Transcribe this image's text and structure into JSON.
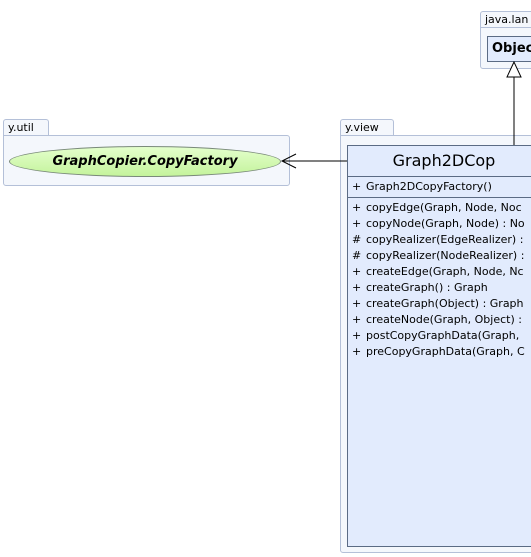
{
  "packages": {
    "java_lang": {
      "name": "java.lan",
      "class_name": "Objec"
    },
    "y_util": {
      "name": "y.util",
      "interface_name": "GraphCopier.CopyFactory"
    },
    "y_view": {
      "name": "y.view"
    }
  },
  "main_class": {
    "title": "Graph2DCop",
    "constructors": [
      {
        "vis": "+",
        "text": "Graph2DCopyFactory()"
      }
    ],
    "methods": [
      {
        "vis": "+",
        "text": "copyEdge(Graph, Node, Noc"
      },
      {
        "vis": "+",
        "text": "copyNode(Graph, Node) : No"
      },
      {
        "vis": "#",
        "text": "copyRealizer(EdgeRealizer) :"
      },
      {
        "vis": "#",
        "text": "copyRealizer(NodeRealizer) :"
      },
      {
        "vis": "+",
        "text": "createEdge(Graph, Node, Nc"
      },
      {
        "vis": "+",
        "text": "createGraph() : Graph"
      },
      {
        "vis": "+",
        "text": "createGraph(Object) : Graph"
      },
      {
        "vis": "+",
        "text": "createNode(Graph, Object) :"
      },
      {
        "vis": "+",
        "text": "postCopyGraphData(Graph,"
      },
      {
        "vis": "+",
        "text": "preCopyGraphData(Graph, C"
      }
    ]
  },
  "colors": {
    "class_fill": "#e2ebfd",
    "interface_fill": "#ccff99",
    "package_fill": "#f4f7fc",
    "edge": "#000000"
  }
}
